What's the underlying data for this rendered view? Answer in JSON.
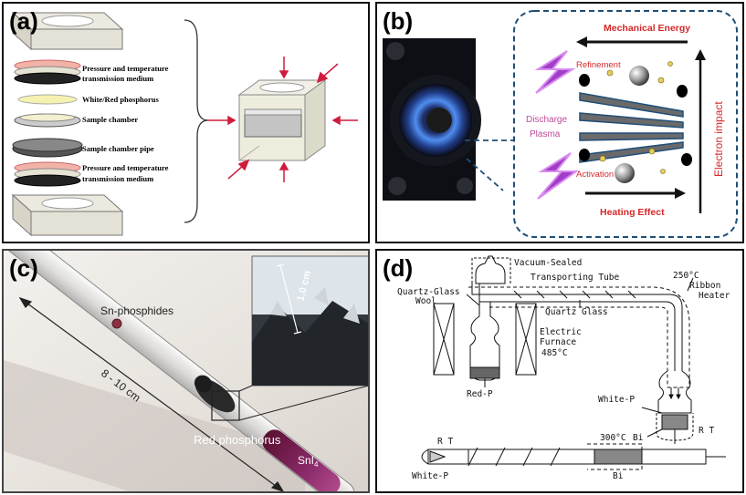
{
  "panels": {
    "a": {
      "label": "(a)",
      "layers": [
        "Pressure and temperature",
        "transmission medium",
        "White/Red phosphorus",
        "Sample chamber",
        "Sample chamber pipe",
        "Pressure and temperature",
        "transmission medium"
      ]
    },
    "b": {
      "label": "(b)",
      "mechanical_energy": "Mechanical Energy",
      "refinement": "Refinement",
      "discharge": "Discharge",
      "plasma": "Plasma",
      "activation": "Activation",
      "heating_effect": "Heating Effect",
      "electron_impact": "Electron impact"
    },
    "c": {
      "label": "(c)",
      "sn_phosphides": "Sn-phosphides",
      "length": "8 - 10 cm",
      "inset_scale": "1.0 cm",
      "red_phosphorus": "Red phosphorus",
      "sni4": "SnI",
      "sni4_sub": "4"
    },
    "d": {
      "label": "(d)",
      "vacuum_sealed": "Vacuum-Sealed",
      "transporting_tube": "Transporting Tube",
      "temp_250": "250°C",
      "ribbon": "Ribbon",
      "heater": "Heater",
      "quartz_glass_wool_1": "Quartz-Glass",
      "quartz_glass_wool_2": "Wool",
      "quartz_glass": "Quartz Glass",
      "electric": "Electric",
      "furnace": "Furnace",
      "temp_485": "485°C",
      "white_p": "White-P",
      "red_p": "Red-P",
      "bi": "Bi",
      "rt": "R T",
      "rt2": "R T",
      "temp_300": "300°C",
      "white_p2": "White-P",
      "bi2": "Bi"
    }
  }
}
